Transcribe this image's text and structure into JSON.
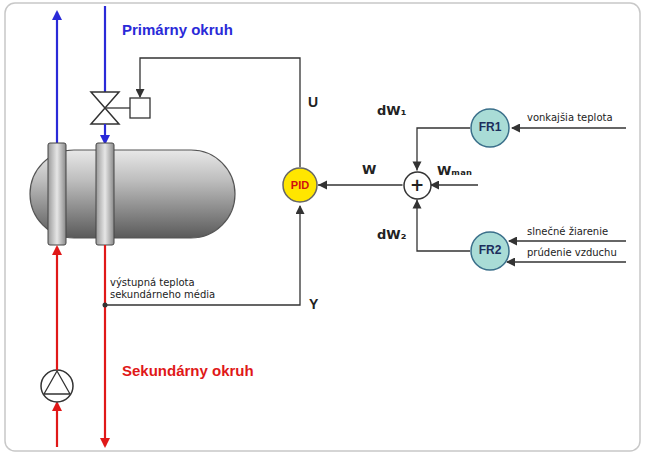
{
  "diagram": {
    "nodes": [
      {
        "text": [
          "PID"
        ]
      },
      {
        "text": [
          "+"
        ]
      },
      {
        "text": [
          "FR1"
        ]
      },
      {
        "text": [
          "FR2"
        ]
      }
    ],
    "edges": [
      {
        "from": 2,
        "to": 1,
        "arrow": "to",
        "label": "dW₁"
      },
      {
        "from": 3,
        "to": 1,
        "arrow": "to",
        "label": "dW₂"
      },
      {
        "from": 1,
        "to": 0,
        "arrow": "to",
        "label": "W"
      }
    ],
    "labels": [
      "Primárny okruh",
      "U",
      "Wₘₐₙ",
      "vonkajšia teplota",
      "slnečné žiarenie",
      "prúdenie vzduchu",
      "výstupná teplota sekundárneho média",
      "Y",
      "Sekundárny okruh"
    ]
  }
}
